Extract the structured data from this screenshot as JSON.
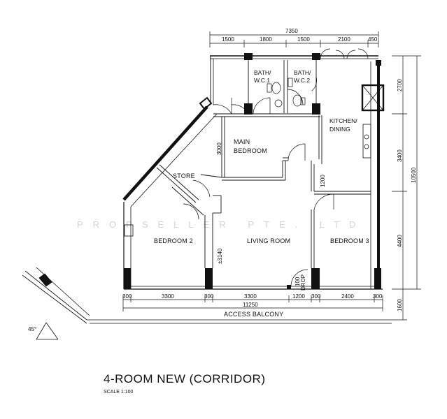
{
  "plan": {
    "title": "4-ROOM NEW (CORRIDOR)",
    "scale": "SCALE  1:100",
    "watermark": "PROPSELLER PTE. LTD",
    "angle": "45°",
    "rooms": {
      "bath1": [
        "BATH/",
        "W.C.1"
      ],
      "bath2": [
        "BATH/",
        "W.C.2"
      ],
      "kitchen": [
        "KITCHEN/",
        "DINING"
      ],
      "main_bedroom": [
        "MAIN",
        "BEDROOM"
      ],
      "store": "STORE",
      "bedroom2": "BEDROOM 2",
      "living": "LIVING ROOM",
      "bedroom3": "BEDROOM 3",
      "access_balcony": "ACCESS   BALCONY",
      "drop": "DROP"
    },
    "dimensions": {
      "top_total": "7350",
      "top_segments": [
        "1500",
        "1800",
        "1500",
        "2100",
        "450"
      ],
      "bottom_total": "11250",
      "bottom_segments": [
        "300",
        "3300",
        "300",
        "3300",
        "1200",
        "300",
        "2400",
        "300"
      ],
      "right_total": "10500",
      "right_segments": [
        "2700",
        "3400",
        "4400"
      ],
      "right_balcony": "1600",
      "main_bedroom_depth": "3000",
      "kitchen_inner": "1200",
      "living_depth": "±3140",
      "drop_size": "100"
    }
  }
}
